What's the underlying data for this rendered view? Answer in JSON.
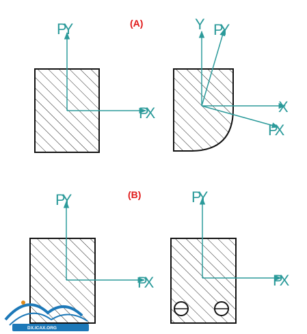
{
  "colors": {
    "axis": "#2b9a9a",
    "outline": "#111111",
    "hatch": "#222222",
    "panel_label": "#e01818",
    "watermark": "#1c78b8"
  },
  "panels": {
    "a": {
      "label": "(A)",
      "left": {
        "y_label": "PY",
        "x_label": "PX"
      },
      "right": {
        "global_y_label": "Y",
        "global_x_label": "X",
        "principal_y_label": "PY",
        "principal_x_label": "PX"
      }
    },
    "b": {
      "label": "(B)",
      "left": {
        "y_label": "PY",
        "x_label": "PX"
      },
      "right": {
        "y_label": "PY",
        "x_label": "PX"
      }
    }
  },
  "watermark": {
    "text": "DX.ICAX.ORG",
    "logo_name": "icax-logo"
  }
}
